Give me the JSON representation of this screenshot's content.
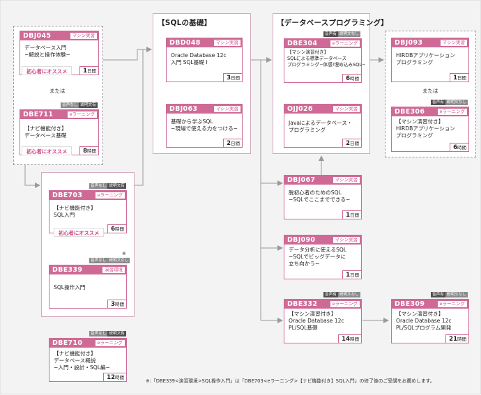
{
  "groups": {
    "sql_basics": "【SQLの基礎】",
    "db_programming": "【データベースプログラミング】"
  },
  "or_label": "または",
  "star_mark": "※",
  "footnote": "※:「DBE339<演習環境>SQL操作入門」は「DBE703<eラーニング>【ナビ機能付き】SQL入門」の修了後のご受講をお薦めします。",
  "badge_labels": {
    "voice": "音声有",
    "voice_none": "音声なし",
    "explain": "説明文有",
    "explain_none": "説明文なし"
  },
  "courses": {
    "dbj045": {
      "code": "DBJ045",
      "type": "マシン実習",
      "title": "データベース入門\n−解説と操作体験−",
      "num": "1",
      "unit": "日間",
      "recommend": "初心者にオススメ"
    },
    "dbe711": {
      "code": "DBE711",
      "type": "eラーニング",
      "title": "【ナビ機能付き】\nデータベース基礎",
      "num": "8",
      "unit": "時間",
      "recommend": "初心者にオススメ"
    },
    "dbe703": {
      "code": "DBE703",
      "type": "eラーニング",
      "title": "【ナビ機能付き】\nSQL入門",
      "num": "6",
      "unit": "時間",
      "recommend": "初心者にオススメ"
    },
    "dbe339": {
      "code": "DBE339",
      "type": "演習環境",
      "title": "SQL操作入門",
      "num": "3",
      "unit": "時間"
    },
    "dbe710": {
      "code": "DBE710",
      "type": "eラーニング",
      "title": "【ナビ機能付き】\nデータベース概説\n−入門・設計・SQL編−",
      "num": "12",
      "unit": "時間"
    },
    "dbd048": {
      "code": "DBD048",
      "type": "マシン実習",
      "title": "Oracle Database 12c\n入門 SQL基礎 I",
      "num": "3",
      "unit": "日間"
    },
    "dbj063": {
      "code": "DBJ063",
      "type": "マシン実習",
      "title": "基礎から学ぶSQL\n−現場で使える力をつける−",
      "num": "2",
      "unit": "日間"
    },
    "dbe304": {
      "code": "DBE304",
      "type": "eラーニング",
      "title": "【マシン演習付き】\nSQLによる標準データベース\nプログラミング−体感!埋め込みSQL−",
      "num": "6",
      "unit": "時間"
    },
    "ojj026": {
      "code": "OJJ026",
      "type": "マシン実習",
      "title": "Javaによるデータベース・\nプログラミング",
      "num": "2",
      "unit": "日間"
    },
    "dbj067": {
      "code": "DBJ067",
      "type": "マシン実習",
      "title": "脱初心者のためのSQL\n−SQLでここまでできる−",
      "num": "1",
      "unit": "日間"
    },
    "dbj090": {
      "code": "DBJ090",
      "type": "マシン実習",
      "title": "データ分析に使えるSQL\n−SQLでビッグデータに\n立ち向かう−",
      "num": "1",
      "unit": "日間"
    },
    "dbe332": {
      "code": "DBE332",
      "type": "eラーニング",
      "title": "【マシン演習付き】\nOracle Database 12c\nPL/SQL基礎",
      "num": "14",
      "unit": "時間"
    },
    "dbe309": {
      "code": "DBE309",
      "type": "eラーニング",
      "title": "【マシン演習付き】\nOracle Database 12c\nPL/SQLプログラム開発",
      "num": "21",
      "unit": "時間"
    },
    "dbj093": {
      "code": "DBJ093",
      "type": "マシン実習",
      "title": "HIRDBアプリケーション\nプログラミング",
      "num": "1",
      "unit": "日間"
    },
    "dbe306": {
      "code": "DBE306",
      "type": "eラーニング",
      "title": "【マシン演習付き】\nHIRDBアプリケーション\nプログラミング",
      "num": "6",
      "unit": "時間"
    }
  }
}
